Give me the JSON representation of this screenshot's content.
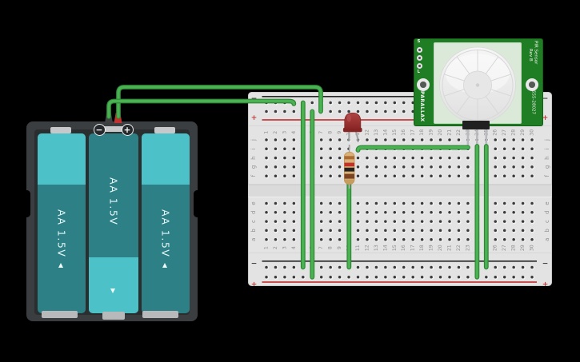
{
  "canvas": {
    "background": "#000000"
  },
  "battery_pack": {
    "terminal_minus": "−",
    "terminal_plus": "+",
    "batteries": [
      {
        "label": "AA 1.5V",
        "flipped": false
      },
      {
        "label": "AA 1.5V",
        "flipped": true
      },
      {
        "label": "AA 1.5V",
        "flipped": false
      }
    ],
    "colors": {
      "case": "#3b3e40",
      "case_inner": "#2b2e2f",
      "cell_dark": "#2d8086",
      "cell_light": "#4cc2c8",
      "clip": "#c6c8c9"
    }
  },
  "breadboard": {
    "row_letters_top": [
      "j",
      "i",
      "h",
      "g",
      "f"
    ],
    "row_letters_bottom": [
      "e",
      "d",
      "c",
      "b",
      "a"
    ],
    "column_count": 30,
    "rail_minus_symbol": "−",
    "rail_plus_symbol": "+",
    "colors": {
      "body": "#e3e3e3",
      "channel": "#dadada",
      "hole": "#3a3a3c",
      "rail_black": "#262626",
      "rail_red": "#c23a3a",
      "label": "#8f8f8f"
    }
  },
  "pir_sensor": {
    "brand": "PARALLAX",
    "title": "PIR Sensor",
    "rev": "Rev B",
    "part_number": "555-28027",
    "pin_label_s": "S",
    "pin_label_l": "L",
    "colors": {
      "pcb": "#1f7d23",
      "lens_bg": "#dbe9d8",
      "dome": "#ececec"
    }
  },
  "led": {
    "body_color": "#9e3434"
  },
  "resistor": {
    "body_color": "#d9b277",
    "band_colors": [
      "#ad6a33",
      "#c33028",
      "#26211f",
      "#7a4422"
    ]
  },
  "wires": {
    "color": "#4bb254",
    "outline_color": "#2e8634"
  }
}
